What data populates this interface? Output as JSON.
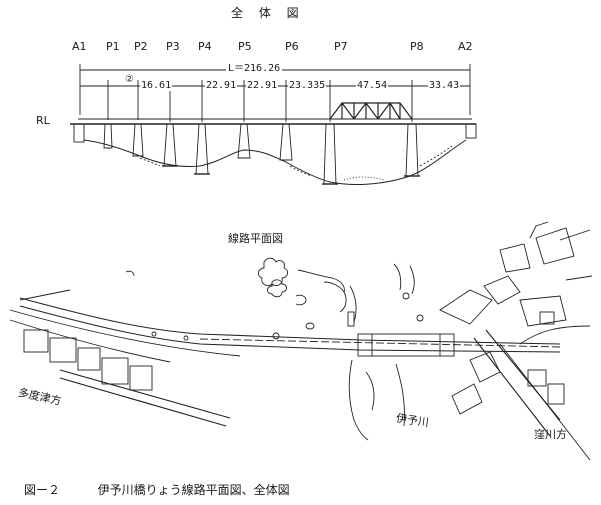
{
  "elevation": {
    "title": "全 体 図",
    "supports": [
      "A1",
      "P1",
      "P2",
      "P3",
      "P4",
      "P5",
      "P6",
      "P7",
      "P8",
      "A2"
    ],
    "total_length": "L＝216.26",
    "span_marker": "②",
    "spans": [
      "16.61",
      "22.91",
      "22.91",
      "23.335",
      "47.54",
      "33.43"
    ],
    "rl_label": "RL"
  },
  "plan": {
    "title": "線路平面図",
    "direction_left": "多度津方",
    "direction_right": "窪川方",
    "river_name": "伊予川"
  },
  "caption": {
    "figure_no": "図ー２",
    "text": "伊予川橋りょう線路平面図、全体図"
  }
}
